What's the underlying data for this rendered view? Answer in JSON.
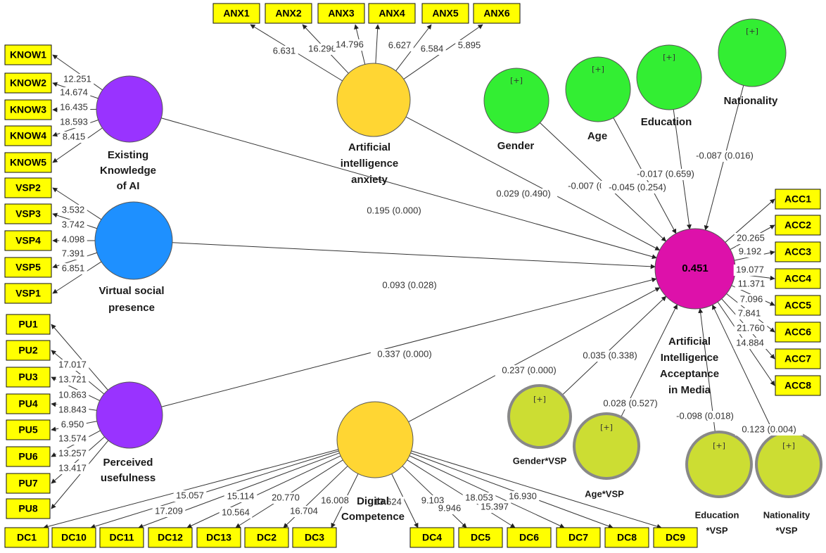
{
  "colors": {
    "indicator_fill": "#ffff00",
    "anxiety": "#ffd633",
    "digital": "#ffd633",
    "knowledge": "#9933ff",
    "usefulness": "#9933ff",
    "social": "#1e90ff",
    "moderator": "#33ee33",
    "interaction": "#ccdd33",
    "interaction_ring": "#888888",
    "target": "#dd11aa"
  },
  "latents": {
    "knowledge": {
      "label": [
        "Existing",
        "Knowledge",
        "of AI"
      ]
    },
    "anxiety": {
      "label": [
        "Artificial",
        "intelligence",
        "anxiety"
      ]
    },
    "social": {
      "label": [
        "Virtual social",
        "presence"
      ]
    },
    "usefulness": {
      "label": [
        "Perceived",
        "usefulness"
      ]
    },
    "digital": {
      "label": [
        "Digital",
        "Competence"
      ]
    },
    "gender": {
      "label": [
        "Gender"
      ],
      "marker": "[+]"
    },
    "age": {
      "label": [
        "Age"
      ],
      "marker": "[+]"
    },
    "education": {
      "label": [
        "Education"
      ],
      "marker": "[+]"
    },
    "nationality": {
      "label": [
        "Nationality"
      ],
      "marker": "[+]"
    },
    "gender_vsp": {
      "label": [
        "Gender*VSP"
      ],
      "marker": "[+]"
    },
    "age_vsp": {
      "label": [
        "Age*VSP"
      ],
      "marker": "[+]"
    },
    "education_vsp": {
      "label": [
        "Education",
        "*VSP"
      ],
      "marker": "[+]"
    },
    "nationality_vsp": {
      "label": [
        "Nationality",
        "*VSP"
      ],
      "marker": "[+]"
    },
    "target": {
      "label": [
        "Artificial",
        "Intelligence",
        "Acceptance",
        "in Media"
      ],
      "r2": "0.451"
    }
  },
  "indicators": {
    "knowledge": [
      "KNOW1",
      "KNOW2",
      "KNOW3",
      "KNOW4",
      "KNOW5"
    ],
    "knowledge_loadings": [
      "12.251",
      "14.674",
      "16.435",
      "18.593",
      "8.415"
    ],
    "anxiety": [
      "ANX1",
      "ANX2",
      "ANX3",
      "ANX4",
      "ANX5",
      "ANX6"
    ],
    "anxiety_loadings": [
      "6.631",
      "16.296",
      "14.796",
      "6.627",
      "6.584",
      "5.895"
    ],
    "social": [
      "VSP2",
      "VSP3",
      "VSP4",
      "VSP5",
      "VSP1"
    ],
    "social_loadings": [
      "3.532",
      "3.742",
      "4.098",
      "7.391",
      "6.851"
    ],
    "usefulness": [
      "PU1",
      "PU2",
      "PU3",
      "PU4",
      "PU5",
      "PU6",
      "PU7",
      "PU8"
    ],
    "usefulness_loadings": [
      "17.017",
      "13.721",
      "10.863",
      "18.843",
      "6.950",
      "13.574",
      "13.257",
      "13.417"
    ],
    "digital": [
      "DC1",
      "DC10",
      "DC11",
      "DC12",
      "DC13",
      "DC2",
      "DC3",
      "DC4",
      "DC5",
      "DC6",
      "DC7",
      "DC8",
      "DC9"
    ],
    "digital_loadings": [
      "15.057",
      "17.209",
      "15.114",
      "10.564",
      "20.770",
      "16.704",
      "16.008",
      "13.624",
      "9.103",
      "9.946",
      "18.053",
      "15.397",
      "16.930"
    ],
    "target": [
      "ACC1",
      "ACC2",
      "ACC3",
      "ACC4",
      "ACC5",
      "ACC6",
      "ACC7",
      "ACC8"
    ],
    "target_loadings": [
      "20.265",
      "9.192",
      "19.077",
      "11.371",
      "7.096",
      "7.841",
      "21.760",
      "14.884"
    ]
  },
  "paths": {
    "knowledge": "0.195 (0.000)",
    "anxiety": "0.029 (0.490)",
    "social": "0.093 (0.028)",
    "usefulness": "0.337 (0.000)",
    "digital": "0.237 (0.000)",
    "gender": "-0.007 (0.855)",
    "age": "-0.045 (0.254)",
    "education": "-0.017 (0.659)",
    "nationality": "-0.087 (0.016)",
    "gender_vsp": "0.035 (0.338)",
    "age_vsp": "0.028 (0.527)",
    "education_vsp": "-0.098 (0.018)",
    "nationality_vsp": "0.123 (0.004)"
  }
}
